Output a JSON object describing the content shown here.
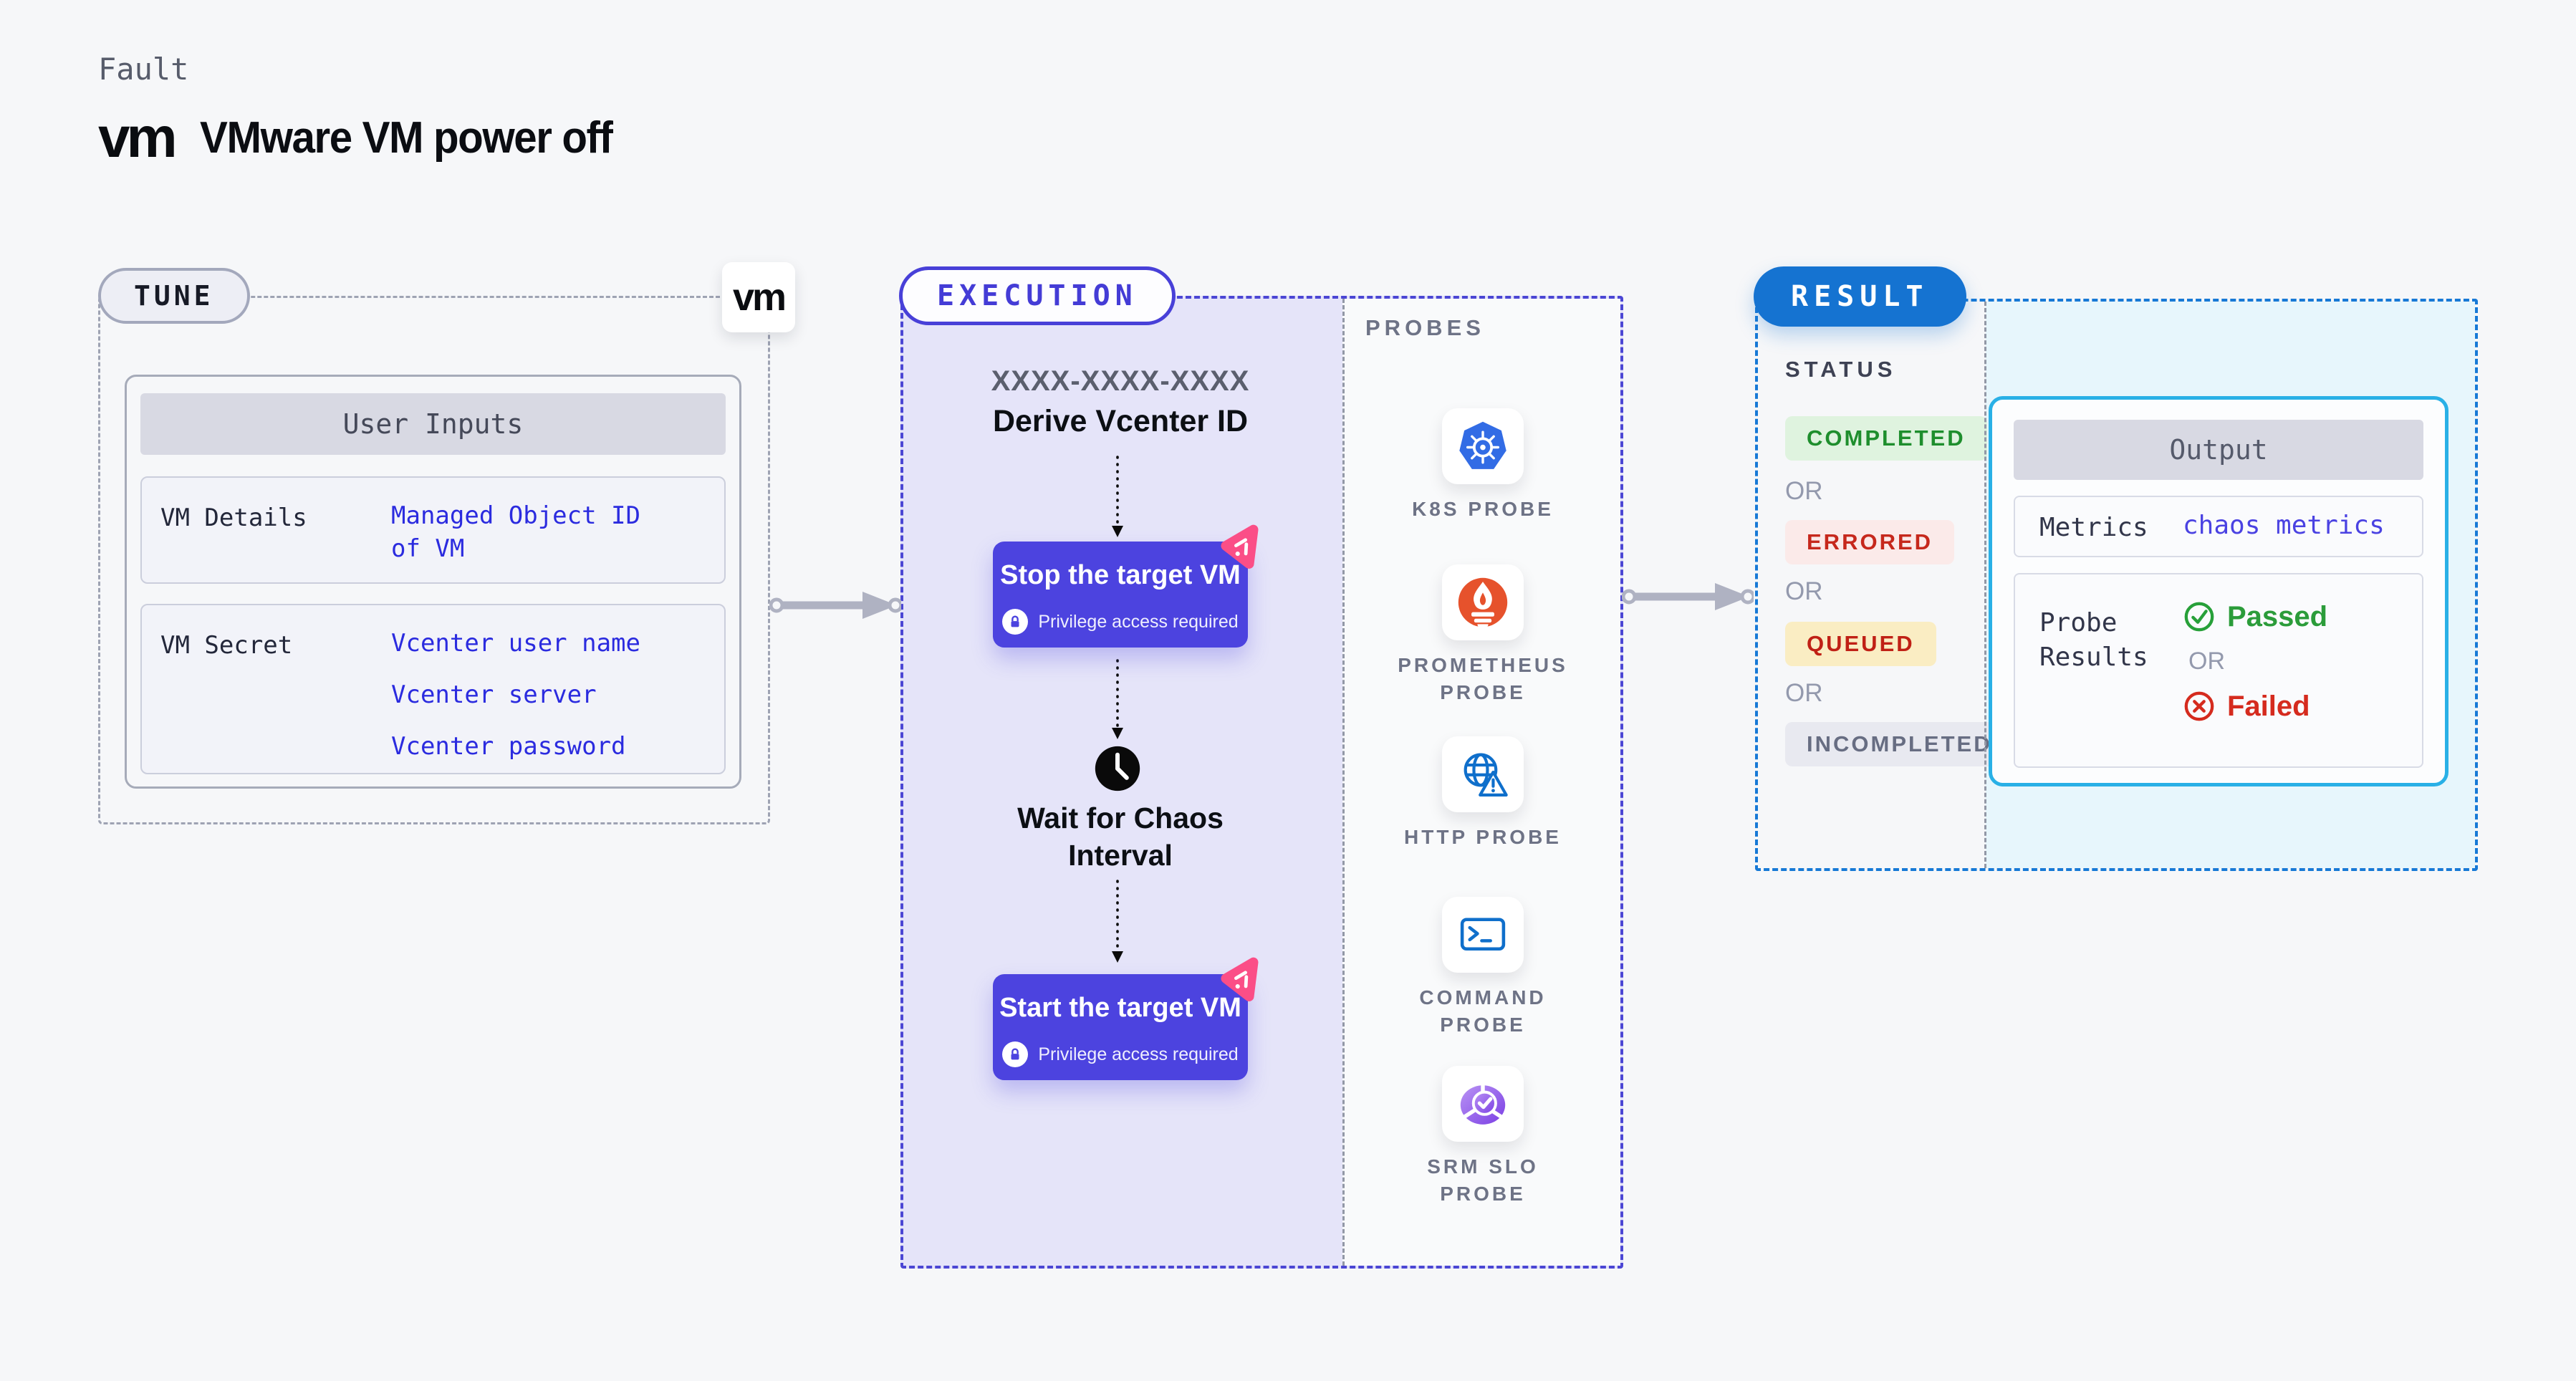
{
  "page": {
    "kicker": "Fault",
    "logo_text": "vm",
    "title": "VMware VM power off"
  },
  "tune": {
    "badge": "TUNE",
    "logo_text": "vm",
    "table_header": "User Inputs",
    "rows": [
      {
        "label": "VM Details",
        "values": [
          "Managed Object ID of VM"
        ]
      },
      {
        "label": "VM Secret",
        "values": [
          "Vcenter user name",
          "Vcenter server",
          "Vcenter password"
        ]
      }
    ]
  },
  "execution": {
    "badge": "EXECUTION",
    "flow": {
      "id_mask": "XXXX-XXXX-XXXX",
      "derive": "Derive Vcenter ID",
      "stop": "Stop the target VM",
      "privilege_note": "Privilege access required",
      "wait": "Wait for Chaos Interval",
      "start": "Start the target VM"
    }
  },
  "probes": {
    "title": "PROBES",
    "items": [
      {
        "label": "K8S PROBE",
        "icon": "kubernetes-icon"
      },
      {
        "label": "PROMETHEUS PROBE",
        "icon": "prometheus-icon"
      },
      {
        "label": "HTTP PROBE",
        "icon": "http-globe-icon"
      },
      {
        "label": "COMMAND PROBE",
        "icon": "command-terminal-icon"
      },
      {
        "label": "SRM SLO PROBE",
        "icon": "srm-slo-icon"
      }
    ]
  },
  "result": {
    "badge": "RESULT",
    "status_title": "STATUS",
    "or": "OR",
    "statuses": [
      {
        "label": "COMPLETED",
        "fg": "#1E8E2D",
        "bg": "#DFF3DF"
      },
      {
        "label": "ERRORED",
        "fg": "#C6281C",
        "bg": "#FBEAE9"
      },
      {
        "label": "QUEUED",
        "fg": "#C02015",
        "bg": "#FAEDC3"
      },
      {
        "label": "INCOMPLETED",
        "fg": "#676D82",
        "bg": "#E8E9F0"
      }
    ],
    "output": {
      "header": "Output",
      "metrics_label": "Metrics",
      "metrics_value": "chaos metrics",
      "probe_results_label": "Probe Results",
      "passed": "Passed",
      "or": "OR",
      "failed": "Failed"
    }
  },
  "colors": {
    "page_bg": "#F6F7F9",
    "execution_panel": "#E5E4F9",
    "execution_accent": "#4840D8",
    "step_button": "#4C43DF",
    "chaos_pink": "#FB4E87",
    "result_blue": "#1573D1",
    "result_panel": "#E7F6FC",
    "output_border": "#29B0E6",
    "input_value_blue": "#2B2BDF",
    "passed_green": "#2B9C3A",
    "failed_red": "#D52B1E",
    "kubernetes_blue": "#326CE5",
    "prometheus_orange": "#E6522C",
    "probe_icon_blue": "#0F6FCB",
    "srm_purple": "#7C3AED"
  }
}
